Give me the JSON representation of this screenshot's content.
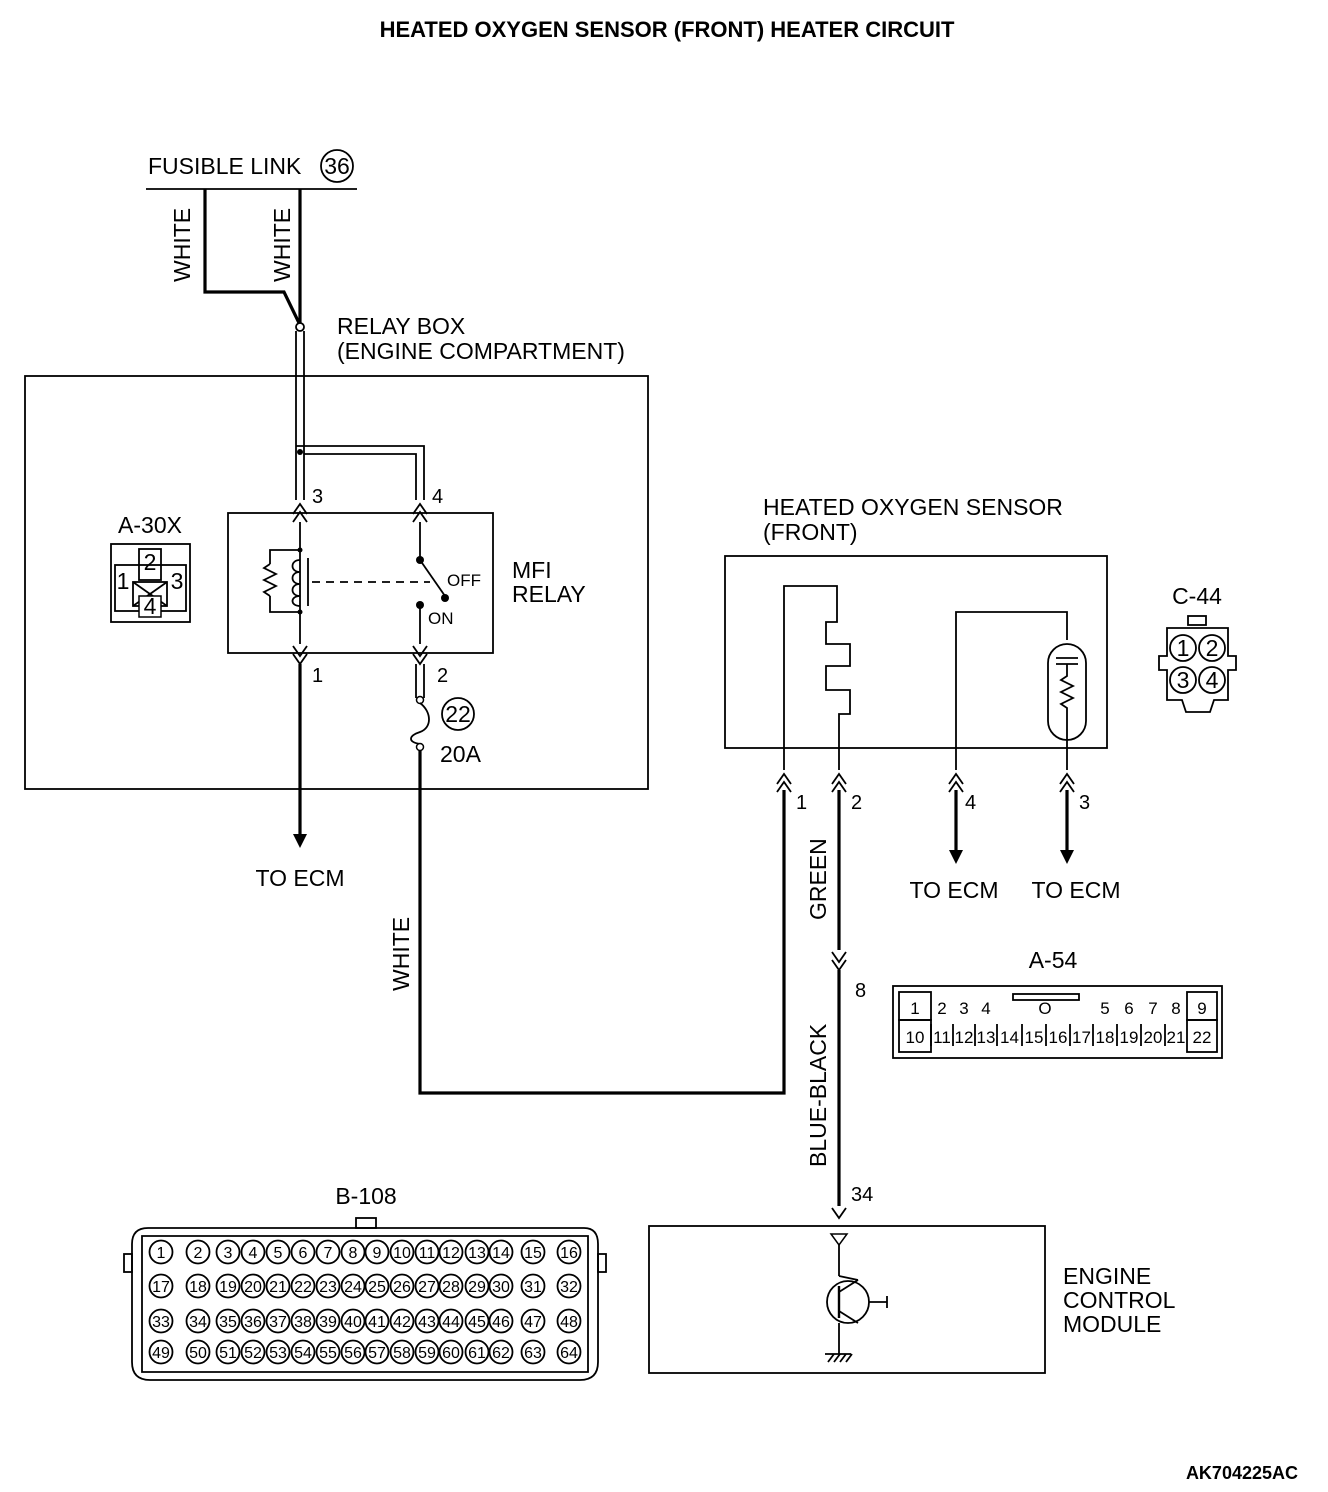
{
  "title": "HEATED OXYGEN SENSOR (FRONT) HEATER CIRCUIT",
  "figure_code": "AK704225AC",
  "fusible_link": {
    "label": "FUSIBLE LINK",
    "number": "36"
  },
  "wire_colors": {
    "left_white": "WHITE",
    "right_white": "WHITE",
    "bottom_white": "WHITE",
    "green": "GREEN",
    "blue_black": "BLUE-BLACK"
  },
  "relay_box": {
    "label_line1": "RELAY BOX",
    "label_line2": "(ENGINE COMPARTMENT)",
    "connector": "A-30X",
    "relay_label_line1": "MFI",
    "relay_label_line2": "RELAY",
    "switch_off": "OFF",
    "switch_on": "ON",
    "pins": {
      "p3": "3",
      "p4": "4",
      "p1": "1",
      "p2": "2"
    },
    "fuse_number": "22",
    "fuse_rating": "20A",
    "connector_pins": [
      "1",
      "2",
      "3",
      "4"
    ]
  },
  "to_ecm": "TO ECM",
  "sensor": {
    "label_line1": "HEATED OXYGEN SENSOR",
    "label_line2": "(FRONT)",
    "connector": "C-44",
    "pins": {
      "p1": "1",
      "p2": "2",
      "p4": "4",
      "p3": "3"
    },
    "connector_pins": [
      "1",
      "2",
      "3",
      "4"
    ]
  },
  "junction": {
    "connector": "A-54",
    "pin": "8",
    "top_row": [
      "1",
      "2",
      "3",
      "4",
      "O",
      "5",
      "6",
      "7",
      "8",
      "9"
    ],
    "bottom_row": [
      "10",
      "11",
      "12",
      "13",
      "14",
      "15",
      "16",
      "17",
      "18",
      "19",
      "20",
      "21",
      "22"
    ]
  },
  "ecm": {
    "label_line1": "ENGINE",
    "label_line2": "CONTROL",
    "label_line3": "MODULE",
    "pin": "34",
    "connector": "B-108",
    "connector_rows": [
      [
        "1",
        "2",
        "3",
        "4",
        "5",
        "6",
        "7",
        "8",
        "9",
        "10",
        "11",
        "12",
        "13",
        "14",
        "15",
        "16"
      ],
      [
        "17",
        "18",
        "19",
        "20",
        "21",
        "22",
        "23",
        "24",
        "25",
        "26",
        "27",
        "28",
        "29",
        "30",
        "31",
        "32"
      ],
      [
        "33",
        "34",
        "35",
        "36",
        "37",
        "38",
        "39",
        "40",
        "41",
        "42",
        "43",
        "44",
        "45",
        "46",
        "47",
        "48"
      ],
      [
        "49",
        "50",
        "51",
        "52",
        "53",
        "54",
        "55",
        "56",
        "57",
        "58",
        "59",
        "60",
        "61",
        "62",
        "63",
        "64"
      ]
    ]
  }
}
